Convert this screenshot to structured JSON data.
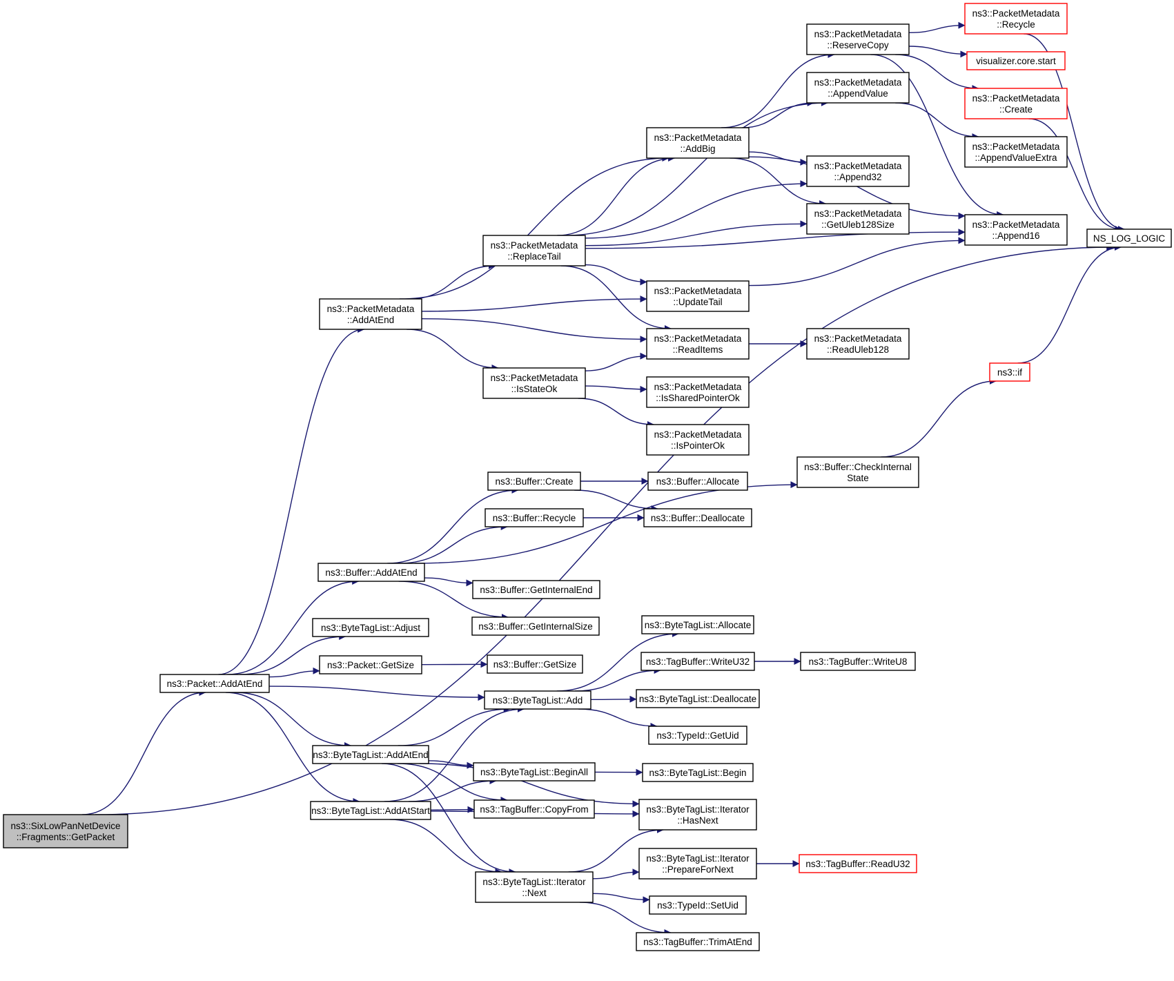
{
  "diagram": {
    "nodes": [
      {
        "id": "getpacket",
        "lines": [
          "ns3::SixLowPanNetDevice",
          "::Fragments::GetPacket"
        ],
        "style": "root"
      },
      {
        "id": "pkt_addatend",
        "lines": [
          "ns3::Packet::AddAtEnd"
        ]
      },
      {
        "id": "pm_addatend",
        "lines": [
          "ns3::PacketMetadata",
          "::AddAtEnd"
        ]
      },
      {
        "id": "buf_addatend",
        "lines": [
          "ns3::Buffer::AddAtEnd"
        ]
      },
      {
        "id": "btl_adjust",
        "lines": [
          "ns3::ByteTagList::Adjust"
        ]
      },
      {
        "id": "pkt_getsize",
        "lines": [
          "ns3::Packet::GetSize"
        ]
      },
      {
        "id": "btl_addatend",
        "lines": [
          "ns3::ByteTagList::AddAtEnd"
        ]
      },
      {
        "id": "btl_addatstart",
        "lines": [
          "ns3::ByteTagList::AddAtStart"
        ]
      },
      {
        "id": "pm_replacetail",
        "lines": [
          "ns3::PacketMetadata",
          "::ReplaceTail"
        ]
      },
      {
        "id": "pm_isstateok",
        "lines": [
          "ns3::PacketMetadata",
          "::IsStateOk"
        ]
      },
      {
        "id": "buf_create",
        "lines": [
          "ns3::Buffer::Create"
        ]
      },
      {
        "id": "buf_recycle",
        "lines": [
          "ns3::Buffer::Recycle"
        ]
      },
      {
        "id": "buf_getinternalend",
        "lines": [
          "ns3::Buffer::GetInternalEnd"
        ]
      },
      {
        "id": "buf_getinternalsize",
        "lines": [
          "ns3::Buffer::GetInternalSize"
        ]
      },
      {
        "id": "buf_getsize",
        "lines": [
          "ns3::Buffer::GetSize"
        ]
      },
      {
        "id": "btl_add",
        "lines": [
          "ns3::ByteTagList::Add"
        ]
      },
      {
        "id": "btl_beginall",
        "lines": [
          "ns3::ByteTagList::BeginAll"
        ]
      },
      {
        "id": "tb_copyfrom",
        "lines": [
          "ns3::TagBuffer::CopyFrom"
        ]
      },
      {
        "id": "btl_it_next",
        "lines": [
          "ns3::ByteTagList::Iterator",
          "::Next"
        ]
      },
      {
        "id": "pm_addbig",
        "lines": [
          "ns3::PacketMetadata",
          "::AddBig"
        ]
      },
      {
        "id": "pm_updatetail",
        "lines": [
          "ns3::PacketMetadata",
          "::UpdateTail"
        ]
      },
      {
        "id": "pm_readitems",
        "lines": [
          "ns3::PacketMetadata",
          "::ReadItems"
        ]
      },
      {
        "id": "pm_issharedpointerok",
        "lines": [
          "ns3::PacketMetadata",
          "::IsSharedPointerOk"
        ]
      },
      {
        "id": "pm_ispointerok",
        "lines": [
          "ns3::PacketMetadata",
          "::IsPointerOk"
        ]
      },
      {
        "id": "buf_allocate",
        "lines": [
          "ns3::Buffer::Allocate"
        ]
      },
      {
        "id": "buf_deallocate",
        "lines": [
          "ns3::Buffer::Deallocate"
        ]
      },
      {
        "id": "btl_allocate",
        "lines": [
          "ns3::ByteTagList::Allocate"
        ]
      },
      {
        "id": "tb_writeu32",
        "lines": [
          "ns3::TagBuffer::WriteU32"
        ]
      },
      {
        "id": "btl_deallocate",
        "lines": [
          "ns3::ByteTagList::Deallocate"
        ]
      },
      {
        "id": "typeid_getuid",
        "lines": [
          "ns3::TypeId::GetUid"
        ]
      },
      {
        "id": "btl_begin",
        "lines": [
          "ns3::ByteTagList::Begin"
        ]
      },
      {
        "id": "btl_it_hasnext",
        "lines": [
          "ns3::ByteTagList::Iterator",
          "::HasNext"
        ]
      },
      {
        "id": "btl_it_preparefornext",
        "lines": [
          "ns3::ByteTagList::Iterator",
          "::PrepareForNext"
        ]
      },
      {
        "id": "typeid_setuid",
        "lines": [
          "ns3::TypeId::SetUid"
        ]
      },
      {
        "id": "tb_trimatend",
        "lines": [
          "ns3::TagBuffer::TrimAtEnd"
        ]
      },
      {
        "id": "pm_reservecopy",
        "lines": [
          "ns3::PacketMetadata",
          "::ReserveCopy"
        ]
      },
      {
        "id": "pm_appendvalue",
        "lines": [
          "ns3::PacketMetadata",
          "::AppendValue"
        ]
      },
      {
        "id": "pm_append32",
        "lines": [
          "ns3::PacketMetadata",
          "::Append32"
        ]
      },
      {
        "id": "pm_getuleb128size",
        "lines": [
          "ns3::PacketMetadata",
          "::GetUleb128Size"
        ]
      },
      {
        "id": "pm_readuleb128",
        "lines": [
          "ns3::PacketMetadata",
          "::ReadUleb128"
        ]
      },
      {
        "id": "buf_checkinternalstate",
        "lines": [
          "ns3::Buffer::CheckInternal",
          "State"
        ]
      },
      {
        "id": "tb_writeu8",
        "lines": [
          "ns3::TagBuffer::WriteU8"
        ]
      },
      {
        "id": "tb_readu32",
        "lines": [
          "ns3::TagBuffer::ReadU32"
        ],
        "style": "red"
      },
      {
        "id": "pm_recycle",
        "lines": [
          "ns3::PacketMetadata",
          "::Recycle"
        ],
        "style": "red"
      },
      {
        "id": "viz_core_start",
        "lines": [
          "visualizer.core.start"
        ],
        "style": "red"
      },
      {
        "id": "pm_create",
        "lines": [
          "ns3::PacketMetadata",
          "::Create"
        ],
        "style": "red"
      },
      {
        "id": "pm_appendvalueextra",
        "lines": [
          "ns3::PacketMetadata",
          "::AppendValueExtra"
        ]
      },
      {
        "id": "pm_append16",
        "lines": [
          "ns3::PacketMetadata",
          "::Append16"
        ]
      },
      {
        "id": "ns3_if",
        "lines": [
          "ns3::if"
        ],
        "style": "red"
      },
      {
        "id": "ns_log_logic",
        "lines": [
          "NS_LOG_LOGIC"
        ]
      }
    ],
    "edges": [
      [
        "getpacket",
        "pkt_addatend"
      ],
      [
        "getpacket",
        "ns_log_logic"
      ],
      [
        "pkt_addatend",
        "pm_addatend"
      ],
      [
        "pkt_addatend",
        "buf_addatend"
      ],
      [
        "pkt_addatend",
        "btl_adjust"
      ],
      [
        "pkt_addatend",
        "pkt_getsize"
      ],
      [
        "pkt_addatend",
        "btl_add"
      ],
      [
        "pkt_addatend",
        "btl_addatend"
      ],
      [
        "pkt_addatend",
        "btl_addatstart"
      ],
      [
        "pm_addatend",
        "pm_addbig"
      ],
      [
        "pm_addatend",
        "pm_replacetail"
      ],
      [
        "pm_addatend",
        "pm_updatetail"
      ],
      [
        "pm_addatend",
        "pm_readitems"
      ],
      [
        "pm_addatend",
        "pm_isstateok"
      ],
      [
        "pm_replacetail",
        "pm_appendvalue"
      ],
      [
        "pm_replacetail",
        "pm_addbig"
      ],
      [
        "pm_replacetail",
        "pm_append32"
      ],
      [
        "pm_replacetail",
        "pm_getuleb128size"
      ],
      [
        "pm_replacetail",
        "pm_append16"
      ],
      [
        "pm_replacetail",
        "pm_updatetail"
      ],
      [
        "pm_replacetail",
        "pm_readitems"
      ],
      [
        "pm_addbig",
        "pm_reservecopy"
      ],
      [
        "pm_addbig",
        "pm_appendvalue"
      ],
      [
        "pm_addbig",
        "pm_append32"
      ],
      [
        "pm_addbig",
        "pm_getuleb128size"
      ],
      [
        "pm_addbig",
        "pm_append16"
      ],
      [
        "pm_reservecopy",
        "pm_recycle"
      ],
      [
        "pm_reservecopy",
        "viz_core_start"
      ],
      [
        "pm_reservecopy",
        "pm_create"
      ],
      [
        "pm_reservecopy",
        "pm_append16"
      ],
      [
        "pm_appendvalue",
        "pm_appendvalueextra"
      ],
      [
        "pm_recycle",
        "ns_log_logic"
      ],
      [
        "pm_create",
        "ns_log_logic"
      ],
      [
        "pm_updatetail",
        "pm_append16"
      ],
      [
        "pm_readitems",
        "pm_readuleb128"
      ],
      [
        "pm_isstateok",
        "pm_readitems"
      ],
      [
        "pm_isstateok",
        "pm_issharedpointerok"
      ],
      [
        "pm_isstateok",
        "pm_ispointerok"
      ],
      [
        "buf_addatend",
        "buf_create"
      ],
      [
        "buf_addatend",
        "buf_recycle"
      ],
      [
        "buf_addatend",
        "buf_checkinternalstate"
      ],
      [
        "buf_addatend",
        "buf_getinternalend"
      ],
      [
        "buf_addatend",
        "buf_getinternalsize"
      ],
      [
        "buf_create",
        "buf_allocate"
      ],
      [
        "buf_create",
        "buf_deallocate"
      ],
      [
        "buf_recycle",
        "buf_deallocate"
      ],
      [
        "buf_checkinternalstate",
        "ns3_if"
      ],
      [
        "ns3_if",
        "ns_log_logic"
      ],
      [
        "pkt_getsize",
        "buf_getsize"
      ],
      [
        "btl_add",
        "btl_allocate"
      ],
      [
        "btl_add",
        "tb_writeu32"
      ],
      [
        "btl_add",
        "btl_deallocate"
      ],
      [
        "btl_add",
        "typeid_getuid"
      ],
      [
        "tb_writeu32",
        "tb_writeu8"
      ],
      [
        "btl_addatend",
        "btl_add"
      ],
      [
        "btl_addatend",
        "btl_beginall"
      ],
      [
        "btl_addatend",
        "tb_copyfrom"
      ],
      [
        "btl_addatend",
        "btl_it_hasnext"
      ],
      [
        "btl_addatend",
        "btl_it_next"
      ],
      [
        "btl_addatstart",
        "btl_add"
      ],
      [
        "btl_addatstart",
        "btl_beginall"
      ],
      [
        "btl_addatstart",
        "tb_copyfrom"
      ],
      [
        "btl_addatstart",
        "btl_it_hasnext"
      ],
      [
        "btl_addatstart",
        "btl_it_next"
      ],
      [
        "btl_beginall",
        "btl_begin"
      ],
      [
        "btl_it_next",
        "btl_it_hasnext"
      ],
      [
        "btl_it_next",
        "btl_it_preparefornext"
      ],
      [
        "btl_it_next",
        "typeid_setuid"
      ],
      [
        "btl_it_next",
        "tb_trimatend"
      ],
      [
        "btl_it_preparefornext",
        "tb_readu32"
      ]
    ],
    "colors": {
      "edge": "#191970",
      "node_border": "#000000",
      "root_fill": "#bfbfbf",
      "truncated_border": "#ff0000"
    }
  }
}
